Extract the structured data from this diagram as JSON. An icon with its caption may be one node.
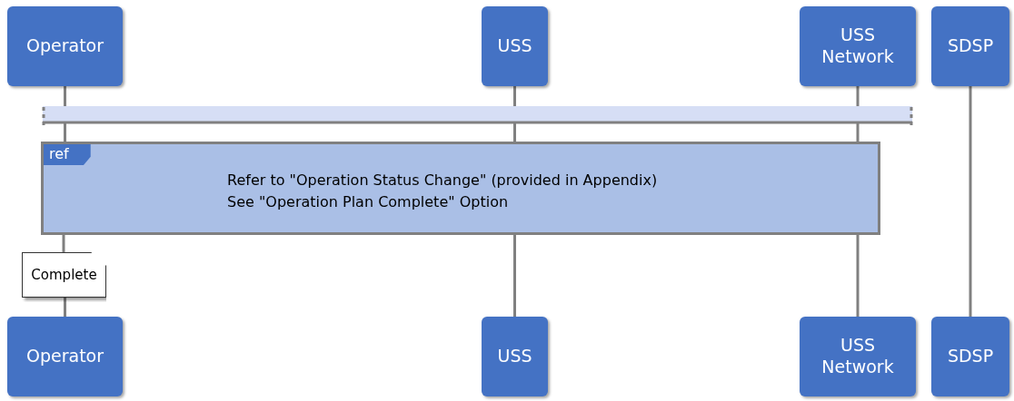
{
  "diagram": {
    "nodes": [
      {
        "text": [
          "Operator"
        ]
      },
      {
        "text": [
          "USS"
        ]
      },
      {
        "text": [
          "USS Network"
        ]
      },
      {
        "text": [
          "SDSP"
        ]
      },
      {
        "text": [
          "ref",
          "Refer to \"Operation Status Change\" (provided in Appendix)",
          "See \"Operation Plan Complete\" Option"
        ]
      },
      {
        "text": [
          "Complete"
        ]
      },
      {
        "text": [
          "Operator"
        ]
      },
      {
        "text": [
          "USS"
        ]
      },
      {
        "text": [
          "USS Network"
        ]
      },
      {
        "text": [
          "SDSP"
        ]
      }
    ],
    "edges": [
      {
        "from": 0,
        "to": 4,
        "arrow": "none"
      },
      {
        "from": 1,
        "to": 4,
        "arrow": "none"
      },
      {
        "from": 2,
        "to": 4,
        "arrow": "none"
      },
      {
        "from": 3,
        "to": 9,
        "arrow": "none"
      },
      {
        "from": 4,
        "to": 5,
        "arrow": "none"
      },
      {
        "from": 5,
        "to": 6,
        "arrow": "none"
      },
      {
        "from": 4,
        "to": 7,
        "arrow": "none"
      },
      {
        "from": 4,
        "to": 8,
        "arrow": "none"
      }
    ]
  }
}
